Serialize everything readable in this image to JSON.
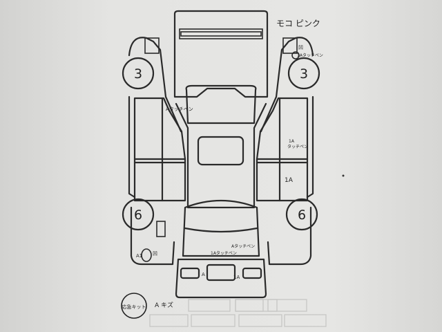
{
  "header": {
    "car_color_note": "モコ ピンク"
  },
  "tires": {
    "front_left": "3",
    "front_right": "3",
    "rear_left": "6",
    "rear_right": "6"
  },
  "annotations": {
    "front_right_fender": "凹",
    "front_right_fender_detail": "1Aタッチペン",
    "left_a_pillar": "Aタッチペン",
    "right_front_door": "1A",
    "right_front_door_detail": "タッチペン",
    "right_rear_door": "1A",
    "rear_left_quarter_code": "A1",
    "rear_left_quarter": "凹",
    "hatch_1": "Aタッチペン",
    "hatch_2": "1Aタッチペン",
    "rear_bumper_left": "A",
    "rear_bumper_right": "1A"
  },
  "footer": {
    "kit_stamp": "応急キット",
    "legend_note": "A キズ"
  }
}
